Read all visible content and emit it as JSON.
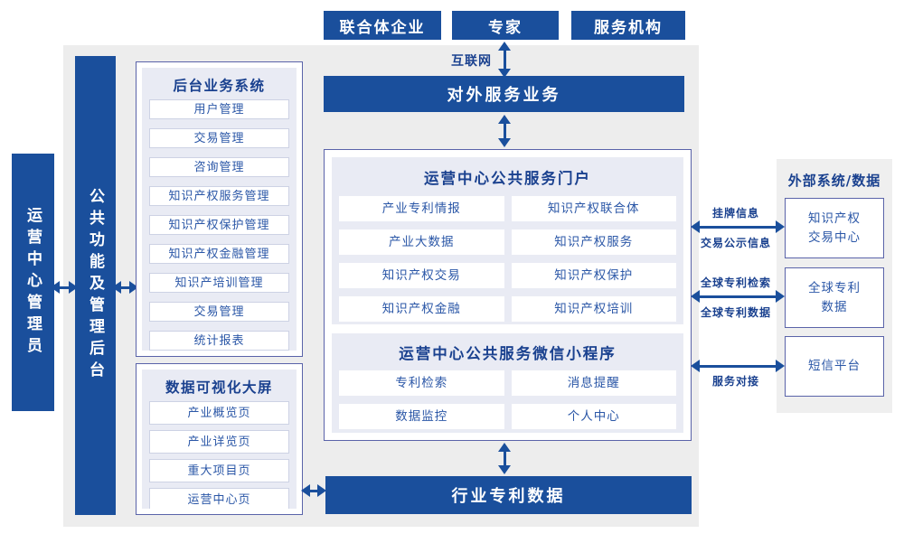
{
  "colors": {
    "primary": "#1A4F9C",
    "panel_border": "#5A63A9",
    "light_panel": "#E9EBF4",
    "background_gray": "#EDEDED",
    "item_text": "#2B57A7"
  },
  "top_boxes": {
    "box1": "联合体企业",
    "box2": "专家",
    "box3": "服务机构"
  },
  "internet_label": "互联网",
  "external_service_bar": "对外服务业务",
  "rails": {
    "admin": "运营中心管理员",
    "backend": "公共功能及管理后台"
  },
  "backend_panel": {
    "title": "后台业务系统",
    "items": [
      "用户管理",
      "交易管理",
      "咨询管理",
      "知识产权服务管理",
      "知识产权保护管理",
      "知识产权金融管理",
      "知识产培训管理",
      "交易管理",
      "统计报表"
    ]
  },
  "dashboard_panel": {
    "title": "数据可视化大屏",
    "items": [
      "产业概览页",
      "产业详览页",
      "重大项目页",
      "运营中心页"
    ]
  },
  "portal_panel": {
    "title": "运营中心公共服务门户",
    "items": [
      "产业专利情报",
      "知识产权联合体",
      "产业大数据",
      "知识产权服务",
      "知识产权交易",
      "知识产权保护",
      "知识产权金融",
      "知识产权培训"
    ]
  },
  "miniapp_panel": {
    "title": "运营中心公共服务微信小程序",
    "items": [
      "专利检索",
      "消息提醒",
      "数据监控",
      "个人中心"
    ]
  },
  "industry_data_bar": "行业专利数据",
  "external_panel": {
    "title": "外部系统/数据",
    "box1": "知识产权\n交易中心",
    "box2": "全球专利\n数据",
    "box3": "短信平台"
  },
  "link_labels": {
    "link1_top": "挂牌信息",
    "link1_bottom": "交易公示信息",
    "link2_top": "全球专利检索",
    "link2_bottom": "全球专利数据",
    "link3_bottom": "服务对接"
  }
}
